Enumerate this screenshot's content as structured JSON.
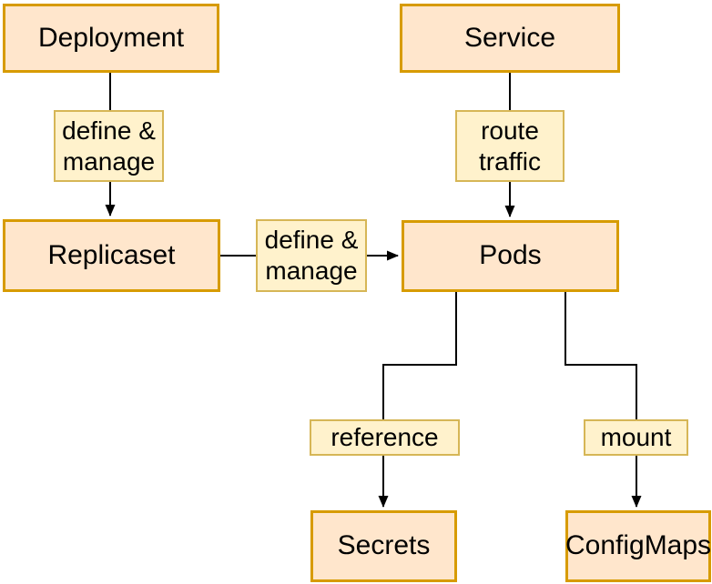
{
  "colors": {
    "node_fill": "#ffe6cc",
    "node_border": "#d79b00",
    "label_fill": "#fff2cc",
    "label_border": "#d6b656",
    "connector": "#000000",
    "text": "#000000",
    "background": "#ffffff"
  },
  "nodes": [
    {
      "id": "deployment",
      "label": "Deployment"
    },
    {
      "id": "service",
      "label": "Service"
    },
    {
      "id": "replicaset",
      "label": "Replicaset"
    },
    {
      "id": "pods",
      "label": "Pods"
    },
    {
      "id": "secrets",
      "label": "Secrets"
    },
    {
      "id": "configmaps",
      "label": "ConfigMaps"
    }
  ],
  "edges": [
    {
      "from": "Deployment",
      "to": "Replicaset",
      "label": "define & manage"
    },
    {
      "from": "Replicaset",
      "to": "Pods",
      "label": "define & manage"
    },
    {
      "from": "Service",
      "to": "Pods",
      "label": "route traffic"
    },
    {
      "from": "Pods",
      "to": "Secrets",
      "label": "reference"
    },
    {
      "from": "Pods",
      "to": "ConfigMaps",
      "label": "mount"
    }
  ]
}
